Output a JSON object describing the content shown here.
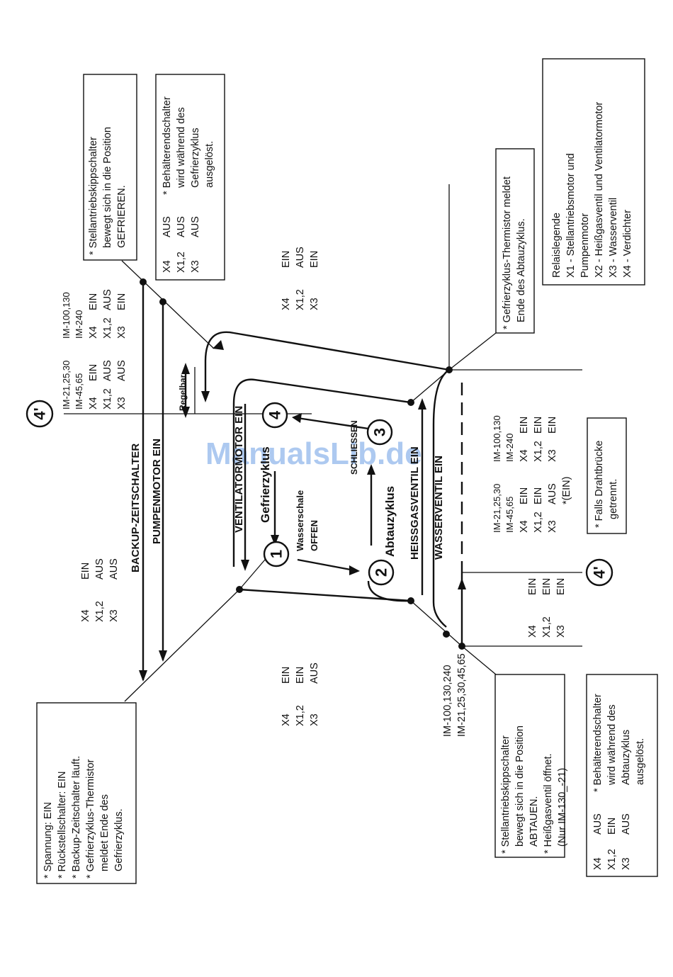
{
  "watermark": "ManualsLib.de",
  "legend_box": {
    "title": "Relaislegende",
    "lines": [
      "X1 - Stellantriebsmotor und",
      "Pumpenmotor",
      "X2 - Heißgasventil und Ventilatormotor",
      "X3 - Wasserventil",
      "X4 - Verdichter"
    ]
  },
  "box_top_left": [
    "* Stellantriebskippschalter",
    "bewegt sich in die Position",
    "GEFRIEREN."
  ],
  "box_top_mid": {
    "relays": [
      "X4",
      "X1,2",
      "X3"
    ],
    "states": [
      "AUS",
      "AUS",
      "AUS"
    ],
    "note": [
      "* Behälterendschalter",
      "wird während des",
      "Gefrierzyklus",
      "ausgelöst."
    ]
  },
  "box_top_right": [
    "* Gefrierzyklus-Thermistor meldet",
    "Ende des Abtauzyklus."
  ],
  "box_bottom_left": [
    "* Spannung: EIN",
    "* Rückstellschalter: EIN",
    "* Backup-Zeitschalter läuft.",
    "* Gefrierzyklus-Thermistor",
    "meldet Ende des",
    "Gefrierzyklus."
  ],
  "box_bottom_mid": [
    "* Stellantriebskippschalter",
    "bewegt sich in die Position",
    "ABTAUEN.",
    "* Heißgasventil öffnet.",
    "(Nur IM-130_-21)"
  ],
  "box_bottom_right": {
    "relays": [
      "X4",
      "X1,2",
      "X3"
    ],
    "states": [
      "AUS",
      "EIN",
      "AUS"
    ],
    "note": [
      "* Behälterendschalter",
      "wird während des",
      "Abtauzyklus",
      "ausgelöst."
    ]
  },
  "box_jumper": [
    "* Falls Drahtbrücke",
    "getrennt."
  ],
  "relay_groups": {
    "g1": {
      "relays": [
        "X4",
        "X1,2",
        "X3"
      ],
      "states": [
        "EIN",
        "AUS",
        "AUS"
      ]
    },
    "g2": {
      "relays": [
        "X4",
        "X1,2",
        "X3"
      ],
      "states": [
        "EIN",
        "EIN",
        "AUS"
      ]
    },
    "g3": {
      "relays": [
        "X4",
        "X1,2",
        "X3"
      ],
      "states": [
        "EIN",
        "EIN",
        "EIN"
      ]
    },
    "g4": {
      "relays": [
        "X4",
        "X1,2",
        "X3"
      ],
      "states": [
        "EIN",
        "AUS",
        "EIN"
      ]
    },
    "g5": {
      "models_a": [
        "IM-21,25,30",
        "IM-45,65"
      ],
      "relays_a": [
        "X4",
        "X1,2",
        "X3"
      ],
      "states_a": [
        "EIN",
        "AUS",
        "AUS"
      ],
      "models_b": [
        "IM-100,130",
        "IM-240"
      ],
      "relays_b": [
        "X4",
        "X1,2",
        "X3"
      ],
      "states_b": [
        "EIN",
        "AUS",
        "EIN"
      ]
    },
    "g6": {
      "models_a": [
        "IM-21,25,30",
        "IM-45,65"
      ],
      "relays_a": [
        "X4",
        "X1,2",
        "X3"
      ],
      "states_a": [
        "EIN",
        "EIN",
        "AUS"
      ],
      "extra_a": "*(EIN)",
      "models_b": [
        "IM-100,130",
        "IM-240"
      ],
      "relays_b": [
        "X4",
        "X1,2",
        "X3"
      ],
      "states_b": [
        "EIN",
        "EIN",
        "EIN"
      ]
    }
  },
  "models_bottom": [
    "IM-100,130,240",
    "IM-21,25,30,45,65"
  ],
  "labels": {
    "backup": "BACKUP-ZEITSCHALTER",
    "pumpe": "PUMPENMOTOR EIN",
    "ventilator": "VENTILATORMOTOR EIN",
    "gefrier": "Gefrierzyklus",
    "abtau": "Abtauzyklus",
    "heissgas": "HEISSGASVENTIL EIN",
    "wasser": "WASSERVENTIL EIN",
    "wasserschale": "Wasserschale",
    "offen": "OFFEN",
    "schliessen": "SCHLIESSEN",
    "regelbar": "Regelbar"
  },
  "steps": [
    "1",
    "2",
    "3",
    "4",
    "4'",
    "4'"
  ]
}
